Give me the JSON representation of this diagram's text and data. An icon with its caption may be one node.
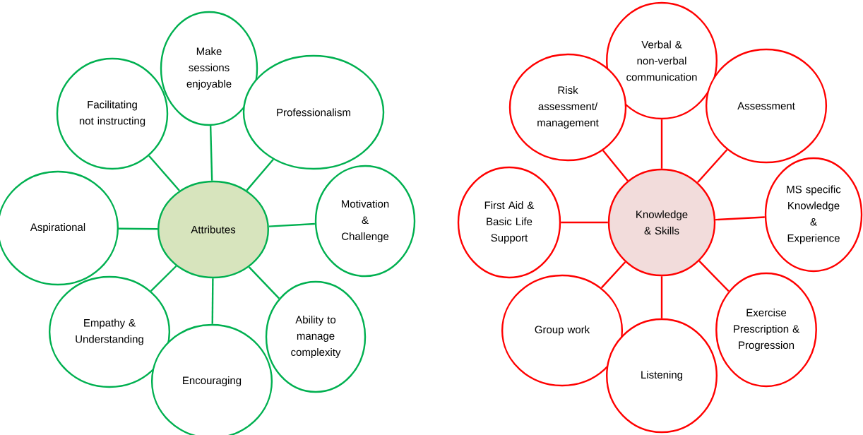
{
  "diagram": {
    "nodes": [
      {
        "text": [
          "Make sessions enjoyable"
        ]
      },
      {
        "text": [
          "Facilitating not instructing"
        ]
      },
      {
        "text": [
          "Professionalism"
        ]
      },
      {
        "text": [
          "Aspirational"
        ]
      },
      {
        "text": [
          "Attributes"
        ]
      },
      {
        "text": [
          "Motivation & Challenge"
        ]
      },
      {
        "text": [
          "Empathy & Understanding"
        ]
      },
      {
        "text": [
          "Ability to manage complexity"
        ]
      },
      {
        "text": [
          "Encouraging"
        ]
      },
      {
        "text": [
          "Verbal & non-verbal communication"
        ]
      },
      {
        "text": [
          "Risk assessment/ management"
        ]
      },
      {
        "text": [
          "Assessment"
        ]
      },
      {
        "text": [
          "Knowledge & Skills"
        ]
      },
      {
        "text": [
          "First Aid & Basic Life Support"
        ]
      },
      {
        "text": [
          "MS specific Knowledge & Experience"
        ]
      },
      {
        "text": [
          "Exercise Prescription & Progression"
        ]
      },
      {
        "text": [
          "Group work"
        ]
      },
      {
        "text": [
          "Listening"
        ]
      }
    ],
    "edges": [
      {
        "from": 4,
        "to": 0,
        "arrow": "none"
      },
      {
        "from": 4,
        "to": 1,
        "arrow": "none"
      },
      {
        "from": 4,
        "to": 2,
        "arrow": "none"
      },
      {
        "from": 3,
        "to": 4,
        "arrow": "none"
      },
      {
        "from": 4,
        "to": 5,
        "arrow": "none"
      },
      {
        "from": 4,
        "to": 6,
        "arrow": "none"
      },
      {
        "from": 4,
        "to": 7,
        "arrow": "none"
      },
      {
        "from": 4,
        "to": 8,
        "arrow": "none"
      },
      {
        "from": 12,
        "to": 9,
        "arrow": "none",
        "color": "#ff0000"
      },
      {
        "from": 12,
        "to": 10,
        "arrow": "none",
        "color": "#ff0000"
      },
      {
        "from": 12,
        "to": 11,
        "arrow": "none",
        "color": "#ff0000"
      },
      {
        "from": 12,
        "to": 13,
        "arrow": "none",
        "color": "#ff0000"
      },
      {
        "from": 12,
        "to": 14,
        "arrow": "none",
        "color": "#ff0000"
      },
      {
        "from": 12,
        "to": 15,
        "arrow": "none",
        "color": "#ff0000"
      },
      {
        "from": 12,
        "to": 16,
        "arrow": "none",
        "color": "#ff0000"
      },
      {
        "from": 12,
        "to": 17,
        "arrow": "none",
        "color": "#ff0000"
      }
    ]
  }
}
